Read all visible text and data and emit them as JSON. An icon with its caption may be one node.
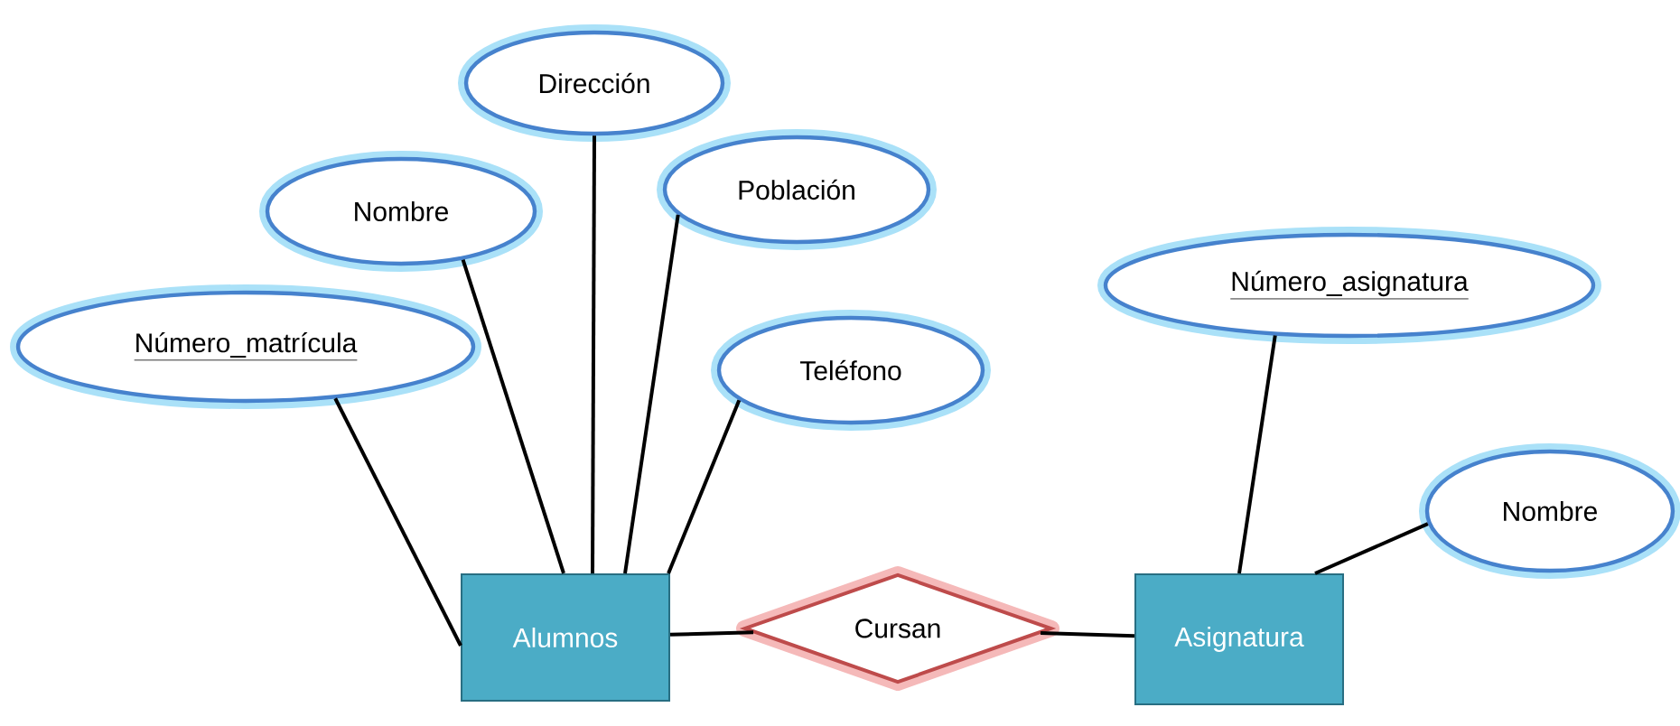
{
  "diagram": {
    "nodes": [
      {
        "text": [
          "Dirección"
        ]
      },
      {
        "text": [
          "Nombre"
        ]
      },
      {
        "text": [
          "Población"
        ]
      },
      {
        "text": [
          "Número_asignatura"
        ]
      },
      {
        "text": [
          "Número_matrícula"
        ]
      },
      {
        "text": [
          "Teléfono"
        ]
      },
      {
        "text": [
          "Nombre"
        ]
      },
      {
        "text": [
          "Alumnos"
        ]
      },
      {
        "text": [
          "Cursan"
        ]
      },
      {
        "text": [
          "Asignatura"
        ]
      }
    ],
    "edges": [
      {
        "from": 4,
        "to": 7,
        "arrow": "none"
      },
      {
        "from": 1,
        "to": 7,
        "arrow": "none"
      },
      {
        "from": 0,
        "to": 7,
        "arrow": "none"
      },
      {
        "from": 2,
        "to": 7,
        "arrow": "none"
      },
      {
        "from": 5,
        "to": 7,
        "arrow": "none"
      },
      {
        "from": 7,
        "to": 8,
        "arrow": "none"
      },
      {
        "from": 8,
        "to": 9,
        "arrow": "none"
      },
      {
        "from": 3,
        "to": 9,
        "arrow": "none"
      },
      {
        "from": 6,
        "to": 9,
        "arrow": "none"
      }
    ]
  }
}
